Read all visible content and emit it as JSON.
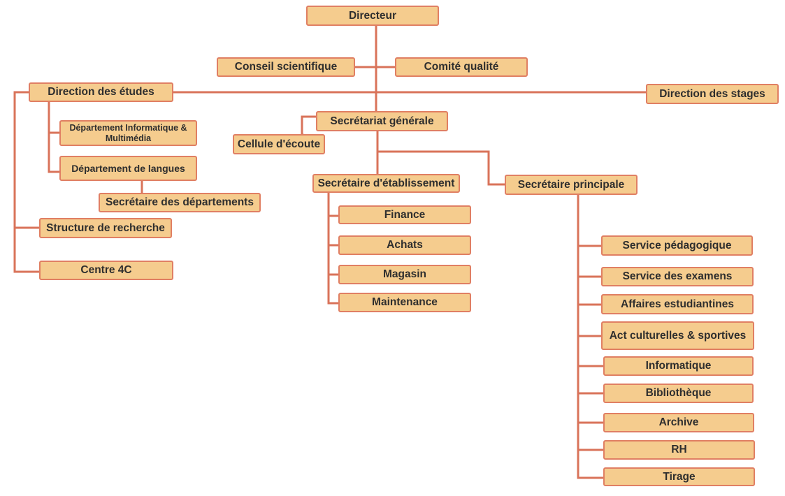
{
  "colors": {
    "box_fill": "#f5cc8e",
    "box_border": "#e07f63",
    "connector": "#d9735a",
    "text": "#2e2e2e"
  },
  "org": {
    "directeur": "Directeur",
    "conseil_scientifique": "Conseil scientifique",
    "comite_qualite": "Comité qualité",
    "direction_etudes": "Direction des études",
    "direction_stages": "Direction des stages",
    "secretariat_generale": "Secrétariat générale",
    "cellule_ecoute": "Cellule d'écoute",
    "dept_info": "Département Informatique & Multimédia",
    "dept_langues": "Département de langues",
    "secretaire_departements": "Secrétaire des départements",
    "structure_recherche": "Structure de recherche",
    "centre_4c": "Centre 4C",
    "secretaire_etablissement": "Secrétaire d'établissement",
    "finance": "Finance",
    "achats": "Achats",
    "magasin": "Magasin",
    "maintenance": "Maintenance",
    "secretaire_principale": "Secrétaire principale",
    "service_pedagogique": "Service pédagogique",
    "service_examens": "Service des examens",
    "affaires_estudiantines": "Affaires estudiantines",
    "act_culturelles": "Act culturelles & sportives",
    "informatique": "Informatique",
    "bibliotheque": "Bibliothèque",
    "archive": "Archive",
    "rh": "RH",
    "tirage": "Tirage"
  }
}
